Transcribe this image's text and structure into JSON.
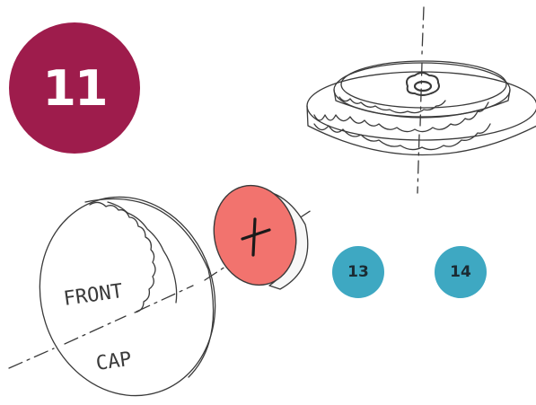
{
  "step": {
    "number": "11",
    "color": "#9e1c4c"
  },
  "callouts": [
    {
      "label": "13",
      "color": "#3ea8c2"
    },
    {
      "label": "14",
      "color": "#3ea8c2"
    }
  ],
  "parts": {
    "front_cap": {
      "line1": "FRONT",
      "line2": "CAP"
    },
    "button_disc": {
      "fill": "#f2736e",
      "mark": "+"
    }
  }
}
